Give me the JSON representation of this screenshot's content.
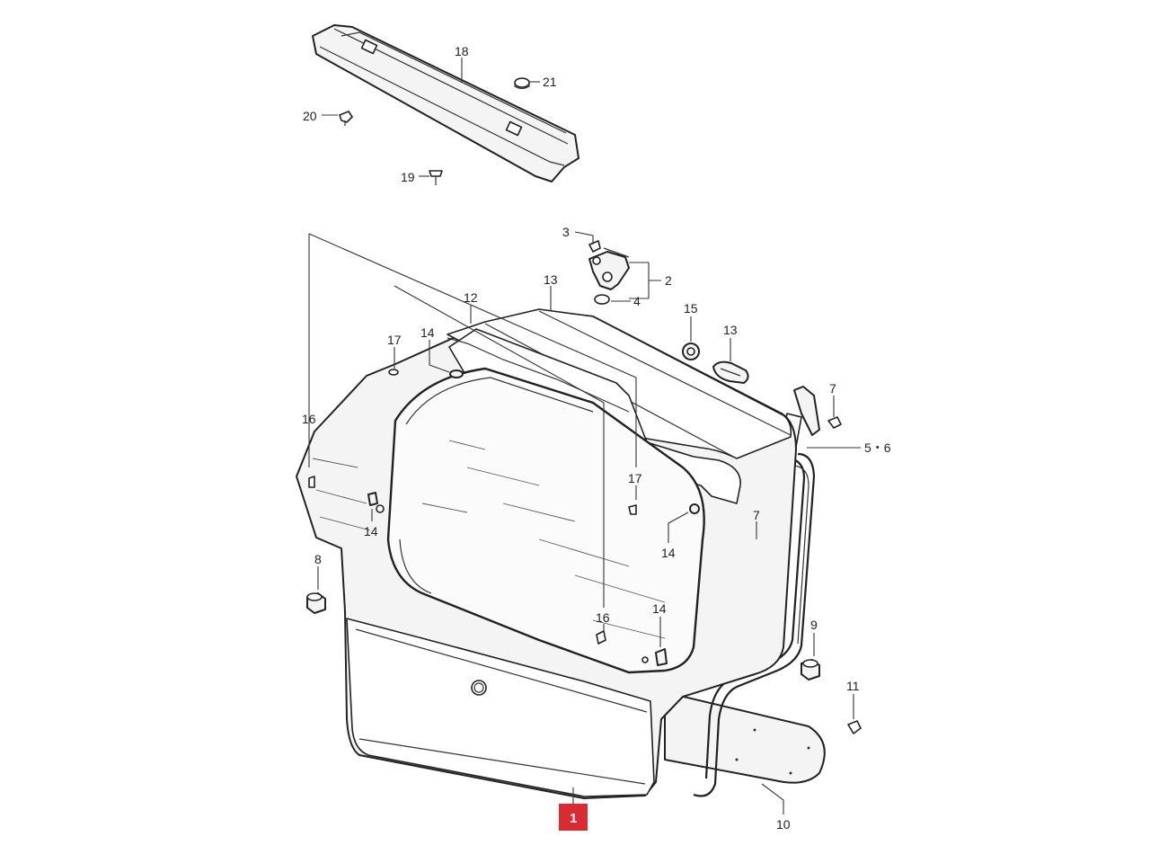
{
  "diagram": {
    "callouts": [
      {
        "id": "c18",
        "label": "18"
      },
      {
        "id": "c21",
        "label": "21"
      },
      {
        "id": "c20",
        "label": "20"
      },
      {
        "id": "c19",
        "label": "19"
      },
      {
        "id": "c3",
        "label": "3"
      },
      {
        "id": "c2",
        "label": "2"
      },
      {
        "id": "c4",
        "label": "4"
      },
      {
        "id": "c12",
        "label": "12"
      },
      {
        "id": "c13a",
        "label": "13"
      },
      {
        "id": "c15",
        "label": "15"
      },
      {
        "id": "c13b",
        "label": "13"
      },
      {
        "id": "c17a",
        "label": "17"
      },
      {
        "id": "c14a",
        "label": "14"
      },
      {
        "id": "c7a",
        "label": "7"
      },
      {
        "id": "c16a",
        "label": "16"
      },
      {
        "id": "c56",
        "label": "5・6"
      },
      {
        "id": "c17b",
        "label": "17"
      },
      {
        "id": "c14b",
        "label": "14"
      },
      {
        "id": "c14c",
        "label": "14"
      },
      {
        "id": "c7b",
        "label": "7"
      },
      {
        "id": "c8",
        "label": "8"
      },
      {
        "id": "c16b",
        "label": "16"
      },
      {
        "id": "c14d",
        "label": "14"
      },
      {
        "id": "c9",
        "label": "9"
      },
      {
        "id": "c11",
        "label": "11"
      },
      {
        "id": "c10",
        "label": "10"
      }
    ],
    "highlighted_part": {
      "label": "1",
      "color": "#d92b32"
    }
  }
}
